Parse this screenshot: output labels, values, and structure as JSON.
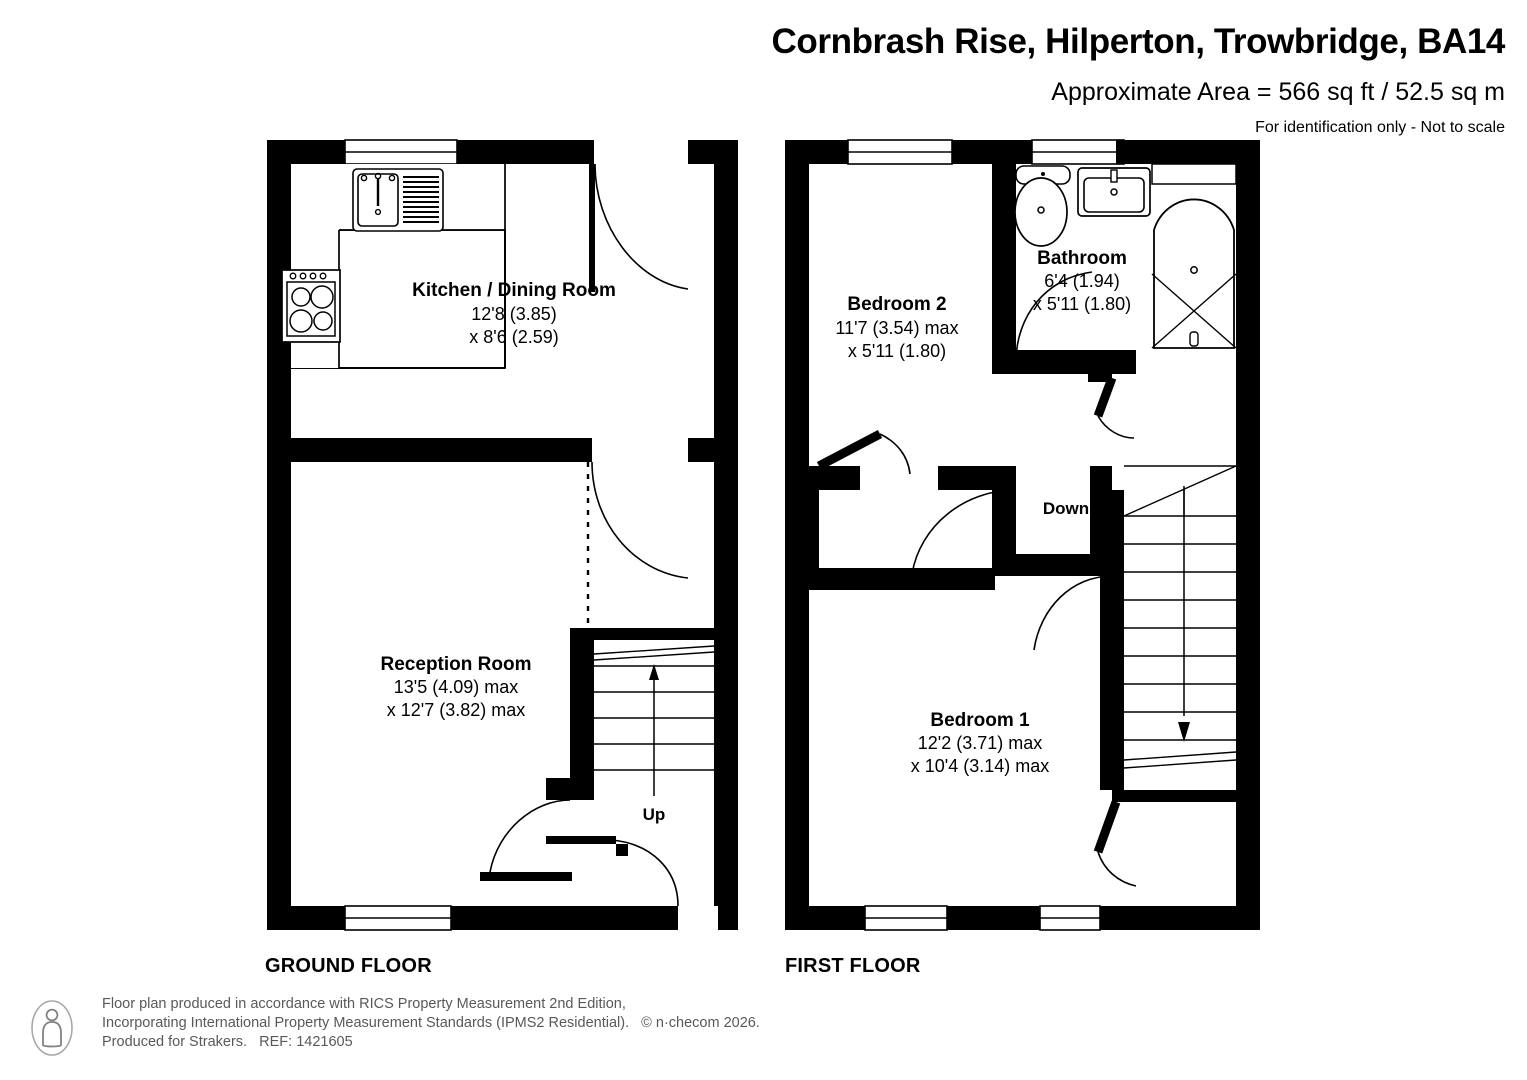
{
  "header": {
    "title": "Cornbrash Rise, Hilperton, Trowbridge, BA14",
    "area": "Approximate Area = 566 sq ft / 52.5 sq m",
    "disclaimer": "For identification only - Not to scale"
  },
  "floors": [
    {
      "id": "ground",
      "label": "GROUND FLOOR",
      "rooms": [
        {
          "name": "Kitchen / Dining Room",
          "dim1": "12'8 (3.85)",
          "dim2": "x 8'6 (2.59)"
        },
        {
          "name": "Reception Room",
          "dim1": "13'5 (4.09) max",
          "dim2": "x 12'7 (3.82) max"
        }
      ],
      "stair_label": "Up"
    },
    {
      "id": "first",
      "label": "FIRST FLOOR",
      "rooms": [
        {
          "name": "Bedroom 2",
          "dim1": "11'7 (3.54) max",
          "dim2": "x 5'11 (1.80)"
        },
        {
          "name": "Bathroom",
          "dim1": "6'4 (1.94)",
          "dim2": "x 5'11 (1.80)"
        },
        {
          "name": "Bedroom 1",
          "dim1": "12'2 (3.71) max",
          "dim2": "x 10'4 (3.14) max"
        }
      ],
      "stair_label": "Down"
    }
  ],
  "footer": {
    "line1": "Floor plan produced in accordance with RICS Property Measurement 2nd Edition,",
    "line2": "Incorporating International Property Measurement Standards (IPMS2 Residential).   © n·checom 2026.",
    "line3": "Produced for Strakers.   REF: 1421605"
  },
  "colors": {
    "wall": "#000000",
    "background": "#ffffff",
    "fixture_stroke": "#000000",
    "footer_text": "#58595b"
  }
}
